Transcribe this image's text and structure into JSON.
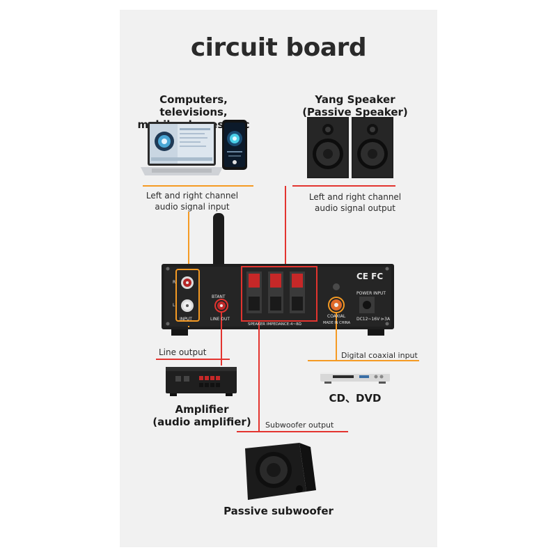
{
  "title": "circuit board",
  "sources": {
    "devices_label": "Computers, televisions,\nmobile phones, etc",
    "speaker_label": "Yang Speaker\n(Passive Speaker)"
  },
  "connections": {
    "input_label": "Left and right channel\naudio signal input",
    "output_label": "Left and right channel\naudio signal output",
    "line_output": "Line output",
    "coaxial_input": "Digital coaxial input",
    "subwoofer_output": "Subwoofer output"
  },
  "devices": {
    "amplifier_label": "Amplifier\n(audio amplifier)",
    "cd_dvd_label": "CD、DVD",
    "subwoofer_label": "Passive subwoofer"
  },
  "panel_markings": {
    "btant": "BTANT",
    "line_out": "LINE OUT",
    "input": "INPUT",
    "l1": "L",
    "r1": "R",
    "speaker_impedance": "SPEAKER IMPEDANCE:4~8Ω",
    "coaxial": "COAXIAL",
    "made_in": "MADE IN CHINA",
    "ce_fcc": "CE FC",
    "power_input": "POWER INPUT",
    "dc_spec": "DC12~16V ⊳3A"
  },
  "colors": {
    "orange": "#f59a23",
    "red": "#e3342f",
    "device_body": "#1e1e1e",
    "panel_bg": "#f1f1f1"
  }
}
